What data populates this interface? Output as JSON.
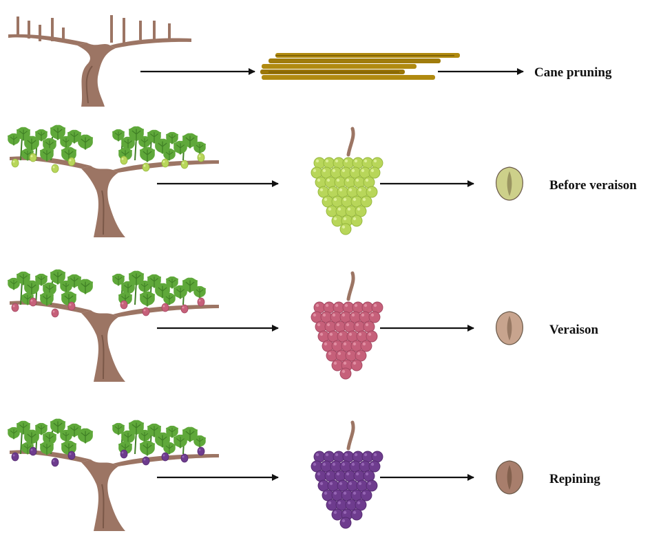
{
  "stages": [
    {
      "label": "Cane pruning",
      "kind": "pruning"
    },
    {
      "label": "Before veraison",
      "kind": "fruiting",
      "fruit_color": "#b8d65a",
      "fruit_light": "#dcef98",
      "fruit_dark": "#93b53a",
      "seed_color": "#cdd08a"
    },
    {
      "label": "Veraison",
      "kind": "fruiting",
      "fruit_color": "#c6607a",
      "fruit_light": "#e08ea2",
      "fruit_dark": "#a2455f",
      "seed_color": "#c8a48e"
    },
    {
      "label": "Repining",
      "kind": "fruiting",
      "fruit_color": "#6e3c8e",
      "fruit_light": "#9565b3",
      "fruit_dark": "#53296f",
      "seed_color": "#a87e6c"
    }
  ],
  "colors": {
    "trunk": "#9c7564",
    "trunk_dark": "#7a5848",
    "leaf": "#5fa83a",
    "leaf_dark": "#3f7f25",
    "cane": "#b08a10",
    "cane_dark": "#7a5e06",
    "arrow": "#111111"
  }
}
